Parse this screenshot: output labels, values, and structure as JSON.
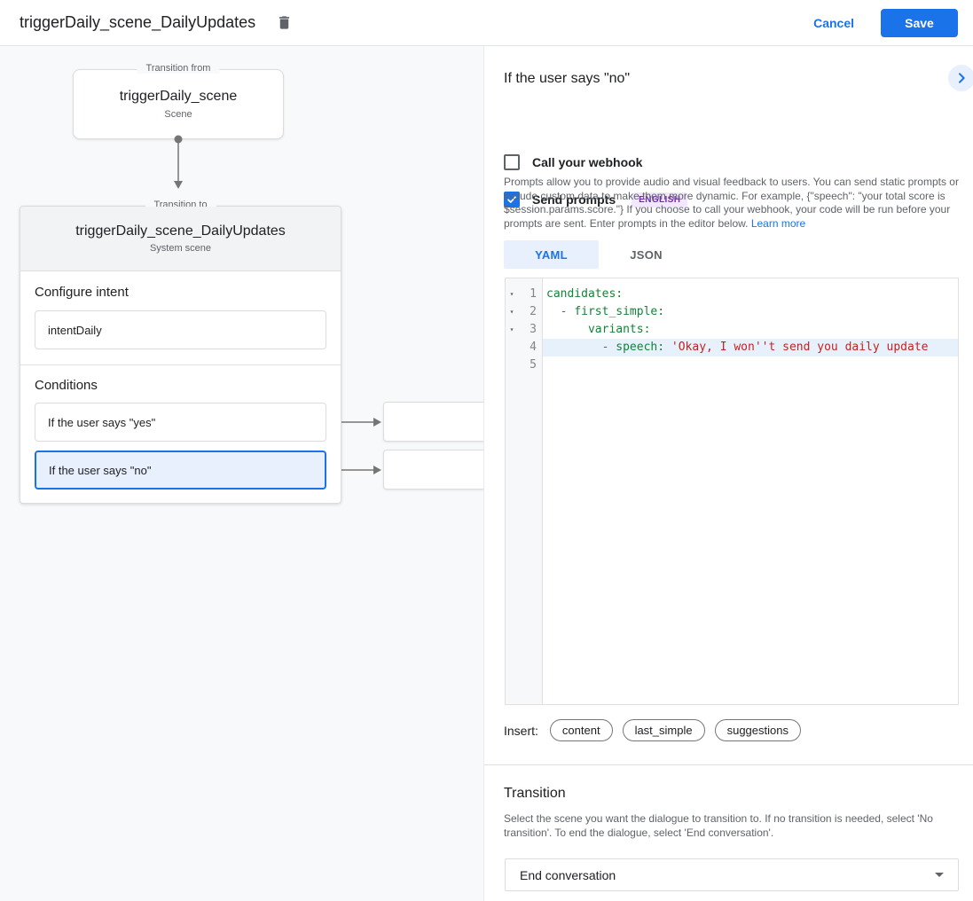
{
  "header": {
    "title": "triggerDaily_scene_DailyUpdates",
    "cancel_label": "Cancel",
    "save_label": "Save"
  },
  "canvas": {
    "from_box": {
      "legend": "Transition from",
      "name": "triggerDaily_scene",
      "type": "Scene"
    },
    "to_card": {
      "legend": "Transition to",
      "name": "triggerDaily_scene_DailyUpdates",
      "type": "System scene",
      "configure_intent_label": "Configure intent",
      "intent_value": "intentDaily",
      "conditions_label": "Conditions",
      "conditions": [
        {
          "label": "If the user says \"yes\"",
          "selected": false
        },
        {
          "label": "If the user says \"no\"",
          "selected": true
        }
      ]
    }
  },
  "panel": {
    "title": "If the user says \"no\"",
    "webhook_checkbox": {
      "label": "Call your webhook",
      "checked": false
    },
    "prompts_checkbox": {
      "label": "Send prompts",
      "checked": true,
      "badge": "ENGLISH"
    },
    "description": "Prompts allow you to provide audio and visual feedback to users. You can send static prompts or include custom data to make them more dynamic. For example, {\"speech\": \"your total score is $session.params.score.\"} If you choose to call your webhook, your code will be run before your prompts are sent. Enter prompts in the editor below.",
    "learn_more_label": "Learn more",
    "tabs": [
      {
        "label": "YAML",
        "active": true
      },
      {
        "label": "JSON",
        "active": false
      }
    ],
    "editor": {
      "lines": [
        {
          "num": 1,
          "fold": true,
          "highlight": false,
          "segments": [
            {
              "text": "candidates:",
              "type": "key"
            }
          ]
        },
        {
          "num": 2,
          "fold": true,
          "highlight": false,
          "segments": [
            {
              "text": "  ",
              "type": "plain"
            },
            {
              "text": "- ",
              "type": "meta"
            },
            {
              "text": "first_simple:",
              "type": "key"
            }
          ]
        },
        {
          "num": 3,
          "fold": true,
          "highlight": false,
          "segments": [
            {
              "text": "      ",
              "type": "plain"
            },
            {
              "text": "variants:",
              "type": "key"
            }
          ]
        },
        {
          "num": 4,
          "fold": false,
          "highlight": true,
          "segments": [
            {
              "text": "        ",
              "type": "plain"
            },
            {
              "text": "- ",
              "type": "meta"
            },
            {
              "text": "speech: ",
              "type": "key"
            },
            {
              "text": "'Okay, I won''t send you daily update",
              "type": "string"
            }
          ]
        },
        {
          "num": 5,
          "fold": false,
          "highlight": false,
          "segments": []
        }
      ]
    },
    "insert": {
      "label": "Insert:",
      "chips": [
        "content",
        "last_simple",
        "suggestions"
      ]
    },
    "transition": {
      "heading": "Transition",
      "description": "Select the scene you want the dialogue to transition to. If no transition is needed, select 'No transition'. To end the dialogue, select 'End conversation'.",
      "value": "End conversation"
    }
  },
  "colors": {
    "accent": "#1a73e8",
    "selected_bg": "#e8f0fe",
    "code_key": "#188038",
    "code_string": "#c5221f",
    "badge_bg": "#f2e7fe",
    "badge_text": "#7627bb"
  }
}
